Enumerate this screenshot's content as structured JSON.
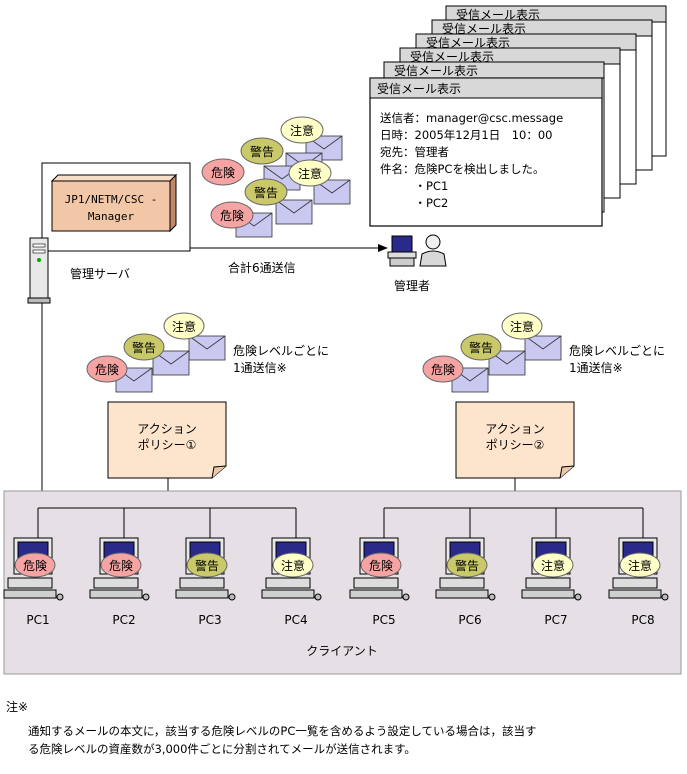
{
  "mail_window": {
    "title": "受信メール表示",
    "lines": [
      "送信者：manager@csc.message",
      "日時：2005年12月1日　10：00",
      "宛先：管理者",
      "件名：危険PCを検出しました。",
      "　　　・PC1",
      "　　　・PC2"
    ]
  },
  "server": {
    "box_line1": "JP1/NETM/CSC -",
    "box_line2": "Manager",
    "label": "管理サーバ"
  },
  "admin_label": "管理者",
  "send_total_label": "合計6通送信",
  "badges": {
    "danger": "危険",
    "warning": "警告",
    "caution": "注意"
  },
  "colors": {
    "danger": "#f5a3a3",
    "warning": "#c9c96a",
    "caution": "#ffffc8",
    "client_bg": "#e6e0e6",
    "policy_bg": "#fde4cc",
    "envelope": "#c8c8f0"
  },
  "per_level_note_line1": "危険レベルごとに",
  "per_level_note_line2": "1通送信※",
  "policies": [
    {
      "line1": "アクション",
      "line2": "ポリシー①"
    },
    {
      "line1": "アクション",
      "line2": "ポリシー②"
    }
  ],
  "clients_label": "クライアント",
  "pcs": [
    {
      "name": "PC1",
      "level": "危険"
    },
    {
      "name": "PC2",
      "level": "危険"
    },
    {
      "name": "PC3",
      "level": "警告"
    },
    {
      "name": "PC4",
      "level": "注意"
    },
    {
      "name": "PC5",
      "level": "危険"
    },
    {
      "name": "PC6",
      "level": "警告"
    },
    {
      "name": "PC7",
      "level": "注意"
    },
    {
      "name": "PC8",
      "level": "注意"
    }
  ],
  "footnote": {
    "mark": "注※",
    "line1": "通知するメールの本文に，該当する危険レベルのPC一覧を含めるよう設定している場合は，該当す",
    "line2": "る危険レベルの資産数が3,000件ごとに分割されてメールが送信されます。"
  }
}
